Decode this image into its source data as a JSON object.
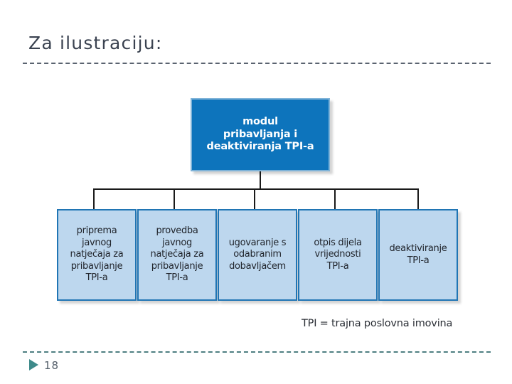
{
  "slide": {
    "title": "Za ilustraciju:",
    "page_number": "18"
  },
  "diagram": {
    "root": {
      "lines": [
        "modul",
        "pribavljanja i",
        "deaktiviranja TPI-a"
      ],
      "fill": "#0d74bc",
      "border": "#7fb3d8",
      "text_color": "#ffffff"
    },
    "children": [
      {
        "lines": [
          "priprema",
          "javnog",
          "natječaja za",
          "pribavljanje",
          "TPI-a"
        ]
      },
      {
        "lines": [
          "provedba",
          "javnog",
          "natječaja za",
          "pribavljanje",
          "TPI-a"
        ]
      },
      {
        "lines": [
          "ugovaranje s",
          "odabranim",
          "dobavljačem"
        ]
      },
      {
        "lines": [
          "otpis dijela",
          "vrijednosti",
          "TPI-a"
        ]
      },
      {
        "lines": [
          "deaktiviranje",
          "TPI-a"
        ]
      }
    ],
    "child_style": {
      "fill": "#bdd7ee",
      "border": "#2075b4",
      "text_color": "#20242b"
    },
    "connector_color": "#1a1a1a",
    "caption": "TPI = trajna poslovna imovina"
  },
  "theme": {
    "rule_color": "#5a6370",
    "footer_rule_color": "#4e7f82",
    "accent_color": "#3e8a8a",
    "background": "#ffffff"
  }
}
